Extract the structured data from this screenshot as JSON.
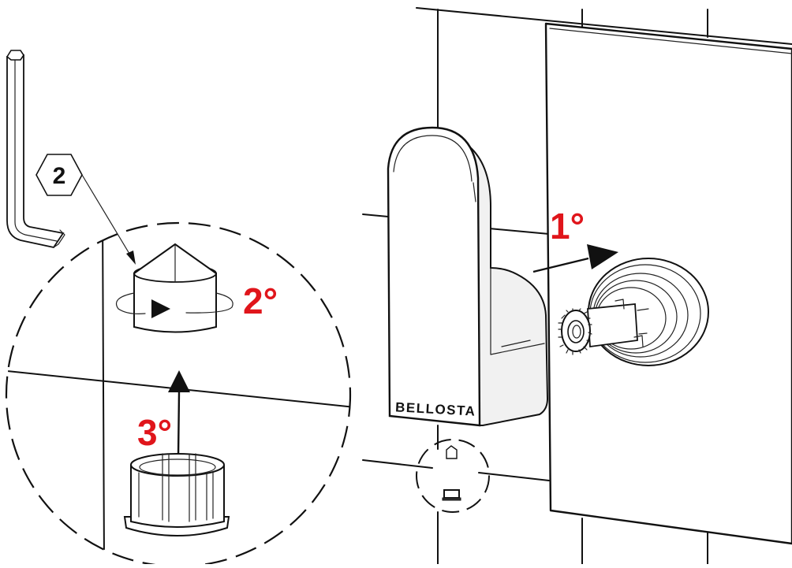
{
  "diagram": {
    "brand": "BELLOSTA",
    "hex_key_size": "2",
    "steps": [
      {
        "id": "step-1",
        "label": "1°"
      },
      {
        "id": "step-2",
        "label": "2°"
      },
      {
        "id": "step-3",
        "label": "3°"
      }
    ],
    "colors": {
      "line": "#111111",
      "step_label": "#e0151b",
      "background": "#ffffff"
    },
    "icons": [
      "hex-key-icon",
      "grub-screw-icon",
      "cover-cap-icon",
      "arrow-icon",
      "rotation-arrow-icon"
    ]
  }
}
